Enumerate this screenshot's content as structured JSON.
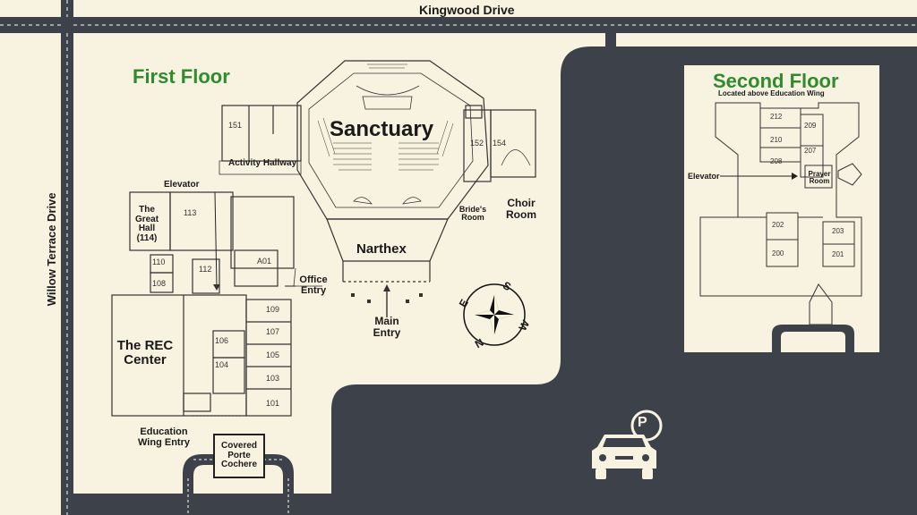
{
  "roads": {
    "top": "Kingwood Drive",
    "left": "Willow Terrace Drive"
  },
  "first_floor": {
    "title": "First Floor",
    "areas": {
      "sanctuary": "Sanctuary",
      "narthex": "Narthex",
      "rec_center": "The REC Center",
      "great_hall": "The Great Hall (114)",
      "activity_hallway": "Activity Hallway",
      "elevator": "Elevator",
      "office_entry": "Office Entry",
      "main_entry": "Main Entry",
      "education_wing_entry": "Education Wing Entry",
      "porte_cochere": "Covered Porte Cochere",
      "brides_room": "Bride's Room",
      "choir_room": "Choir Room"
    },
    "rooms": [
      "151",
      "152",
      "154",
      "113",
      "110",
      "108",
      "112",
      "A01",
      "109",
      "107",
      "105",
      "103",
      "101",
      "106",
      "104"
    ]
  },
  "second_floor": {
    "title": "Second Floor",
    "subtitle": "Located above Education Wing",
    "elevator": "Elevator",
    "prayer_room": "Prayer Room",
    "rooms": [
      "212",
      "210",
      "208",
      "209",
      "207",
      "202",
      "200",
      "203",
      "201"
    ]
  },
  "compass": {
    "n": "N",
    "s": "S",
    "e": "E",
    "w": "W"
  },
  "parking": {
    "icon": "parking-car-icon",
    "letter": "P"
  },
  "colors": {
    "background": "#f8f2e0",
    "road": "#3d4149",
    "heading_green": "#2e8b2e"
  }
}
